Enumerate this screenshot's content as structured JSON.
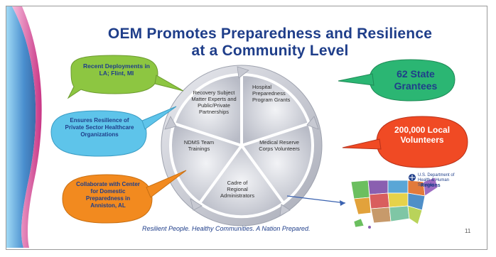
{
  "slide": {
    "title_line1": "OEM Promotes Preparedness and Resilience",
    "title_line2": "at a Community Level",
    "footer": "Resilient People.  Healthy Communities.  A Nation Prepared.",
    "page_number": "11"
  },
  "wheel": {
    "segments": [
      {
        "id": "recovery",
        "text": "Recovery Subject Matter Experts and Public/Private Partnerships",
        "color": "#c9cbd3"
      },
      {
        "id": "hospital",
        "text": "Hospital Preparedness Program Grants",
        "color": "#c9cbd3"
      },
      {
        "id": "mrc",
        "text": "Medical Reserve Corps Volunteers",
        "color": "#c9cbd3"
      },
      {
        "id": "cadre",
        "text": "Cadre of Regional Administrators",
        "color": "#c9cbd3"
      },
      {
        "id": "ndms",
        "text": "NDMS Team Trainings",
        "color": "#c9cbd3"
      }
    ]
  },
  "bubbles": [
    {
      "id": "deployments",
      "text": "Recent Deployments in LA; Flint, MI",
      "fill": "#8dc641",
      "text_color": "#1f3e8a"
    },
    {
      "id": "resilience",
      "text": "Ensures Resilience of Private Sector Healthcare Organizations",
      "fill": "#5ec4ea",
      "text_color": "#1f3e8a"
    },
    {
      "id": "collaborate",
      "text": "Collaborate with Center for Domestic Preparedness in Anniston, AL",
      "fill": "#f28a1f",
      "text_color": "#1f3e8a"
    },
    {
      "id": "grantees",
      "text": "62 State Grantees",
      "fill": "#2bb673",
      "text_color": "#1f3e8a"
    },
    {
      "id": "volunteers",
      "text": "200,000 Local Volunteers",
      "fill": "#f04a24",
      "text_color": "#ffffff"
    }
  ],
  "map": {
    "header": "U.S. Department of Health & Human Services",
    "label": "Regions"
  },
  "colors": {
    "title_blue": "#1f3e8a",
    "ribbon_blue": "#1f6fb7",
    "ribbon_pink": "#c9207d"
  }
}
